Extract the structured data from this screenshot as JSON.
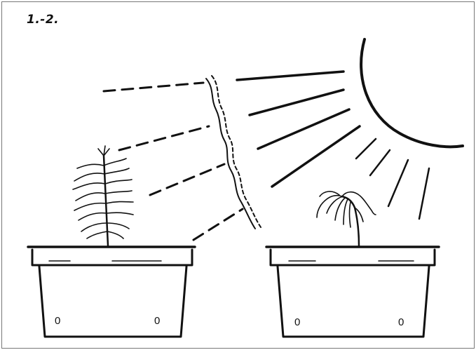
{
  "figure": {
    "label": "1.-2."
  },
  "pots": {
    "left_hole_marks": [
      "0",
      "0"
    ],
    "right_hole_marks": [
      "0",
      "0"
    ]
  }
}
